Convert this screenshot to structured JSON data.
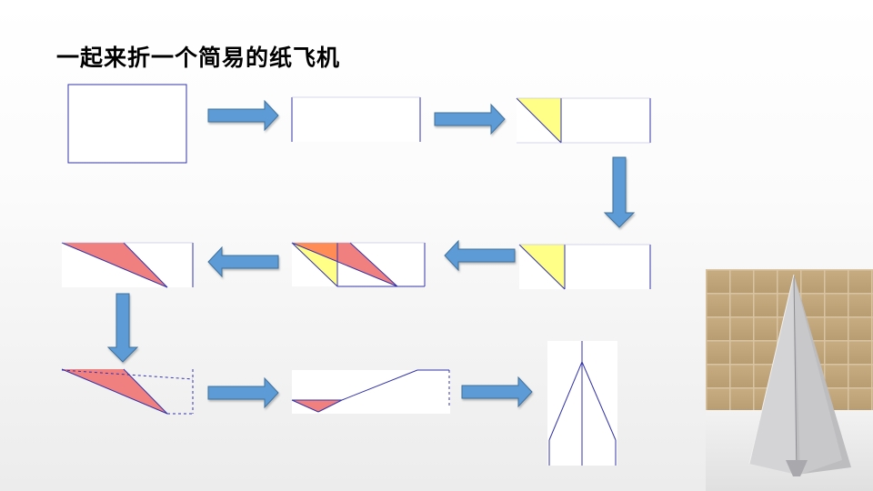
{
  "title": "一起来折一个简易的纸飞机",
  "colors": {
    "paper": "#ffffff",
    "edge": "#3333aa",
    "fold_yellow": "#ffff88",
    "fold_red": "#f08080",
    "fold_orange": "#ff8c55",
    "arrow": "#5b9bd5",
    "arrow_edge": "#41719c"
  },
  "steps": [
    {
      "name": "step-1-rectangle-paper"
    },
    {
      "name": "step-2-folded-in-half"
    },
    {
      "name": "step-3-fold-corner-yellow"
    },
    {
      "name": "step-4-corner-folded"
    },
    {
      "name": "step-5-fold-second-layer"
    },
    {
      "name": "step-6-red-flap"
    },
    {
      "name": "step-7-fold-along-dashed-line"
    },
    {
      "name": "step-8-folded-wing"
    },
    {
      "name": "step-9-open-plane-view"
    }
  ],
  "photo": {
    "icon": "paper-airplane-photo"
  }
}
